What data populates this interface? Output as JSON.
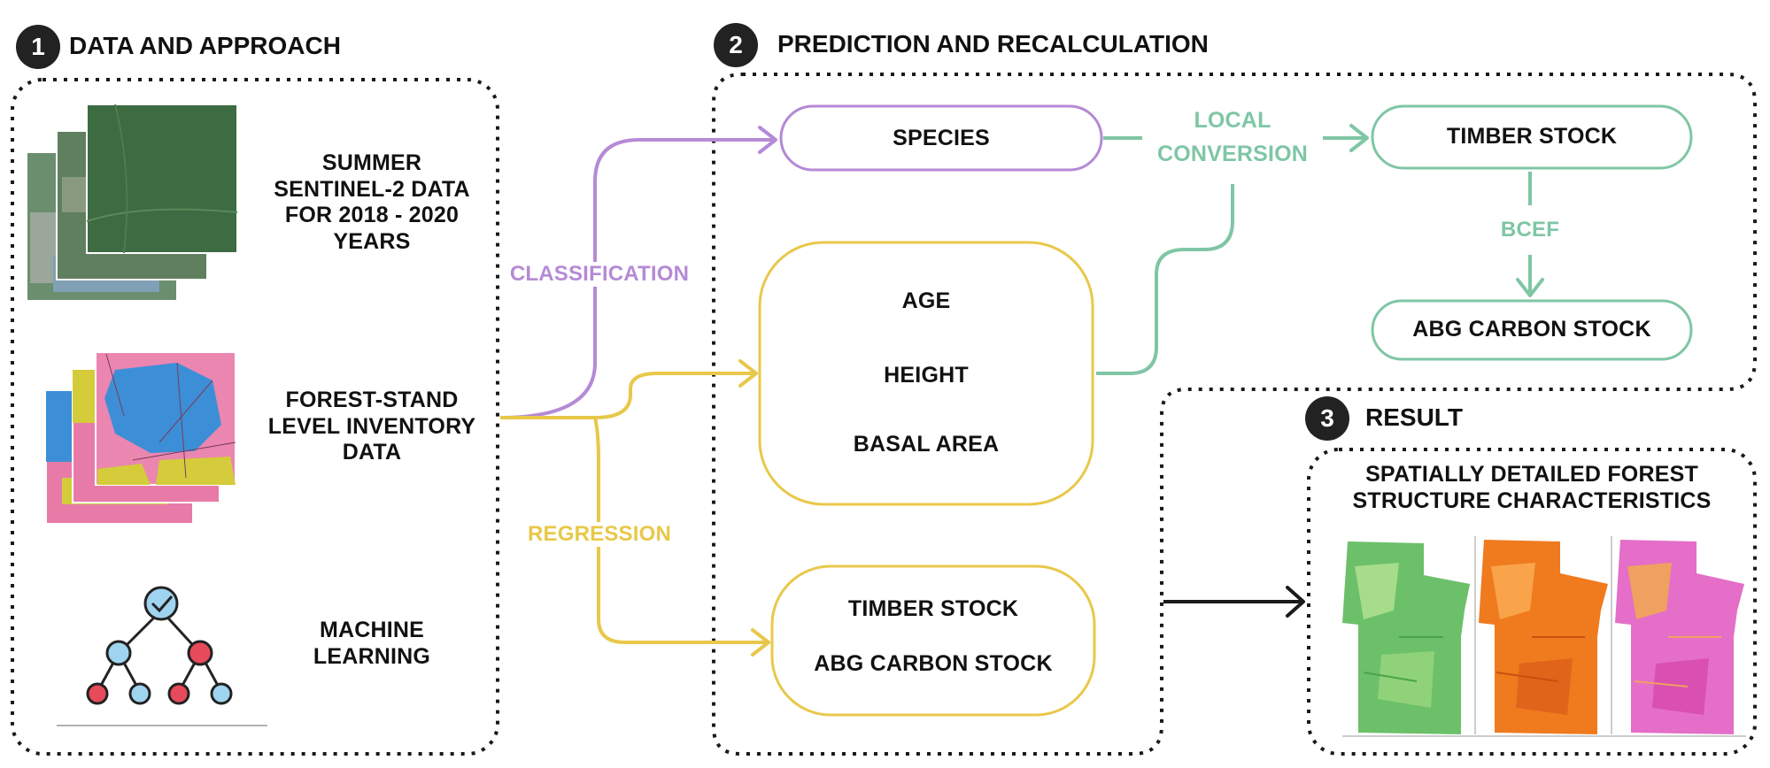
{
  "sections": {
    "one": {
      "number": "1",
      "title": "DATA AND APPROACH"
    },
    "two": {
      "number": "2",
      "title": "PREDICTION AND RECALCULATION"
    },
    "three": {
      "number": "3",
      "title": "RESULT"
    }
  },
  "inputs": {
    "sentinel": [
      "SUMMER",
      "SENTINEL-2 DATA",
      "FOR 2018 - 2020",
      "YEARS"
    ],
    "inventory": [
      "FOREST-",
      "STAND",
      "LEVEL INVENTORY",
      "DATA"
    ],
    "ml": [
      "MACHINE",
      "LEARNING"
    ]
  },
  "edges": {
    "classification": "CLASSIFICATION",
    "regression": "REGRESSION",
    "local_conversion": [
      "LOCAL",
      "CONVERSION"
    ],
    "bcef": "BCEF"
  },
  "nodes": {
    "species": "SPECIES",
    "timber_top": "TIMBER STOCK",
    "abg_top": "ABG CARBON STOCK",
    "age": "AGE",
    "height": "HEIGHT",
    "basal": "BASAL AREA",
    "timber_bottom": "TIMBER STOCK",
    "abg_bottom": "ABG CARBON STOCK"
  },
  "result": {
    "title": [
      "SPATIALLY DETAILED FOREST",
      "STRUCTURE CHARACTERISTICS"
    ]
  },
  "colors": {
    "purple": "#b58ad6",
    "yellow": "#e8c84a",
    "green": "#7fc6a4",
    "dark": "#1a1a1a",
    "dashed_border": "#1a1a1a"
  },
  "icons": [
    "satellite-imagery-icon",
    "inventory-map-icon",
    "decision-tree-icon",
    "result-map-green-icon",
    "result-map-orange-icon",
    "result-map-pink-icon"
  ]
}
